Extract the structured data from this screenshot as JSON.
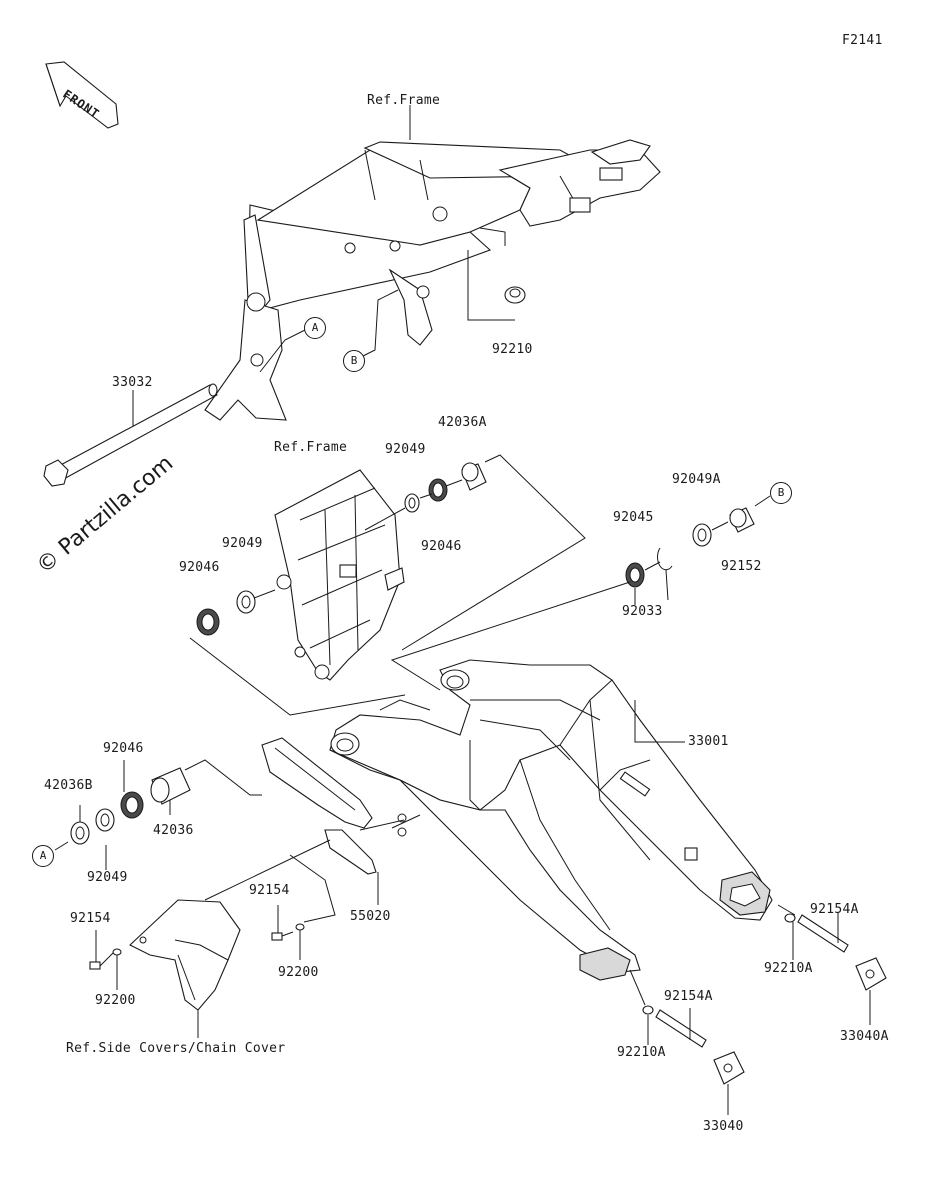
{
  "figure_code": "F2141",
  "front_arrow_text": "FRONT",
  "watermark": "© Partzilla.com",
  "refs": {
    "frame_top": "Ref.Frame",
    "frame_mid": "Ref.Frame",
    "side_covers": "Ref.Side Covers/Chain Cover"
  },
  "callouts": {
    "A": "A",
    "B": "B"
  },
  "parts": {
    "p92210": "92210",
    "p33032": "33032",
    "p42036A": "42036A",
    "p92049_top": "92049",
    "p92046_top": "92046",
    "p92049A": "92049A",
    "p92045": "92045",
    "p92152": "92152",
    "p92033": "92033",
    "p92049_left": "92049",
    "p92046_left": "92046",
    "p33001": "33001",
    "p92046_low": "92046",
    "p42036B": "42036B",
    "p42036": "42036",
    "p92049_low": "92049",
    "p92154_a": "92154",
    "p92154_b": "92154",
    "p55020": "55020",
    "p92200_a": "92200",
    "p92200_b": "92200",
    "p92154A_a": "92154A",
    "p92210A_a": "92210A",
    "p33040A": "33040A",
    "p92154A_b": "92154A",
    "p92210A_b": "92210A",
    "p33040": "33040"
  }
}
